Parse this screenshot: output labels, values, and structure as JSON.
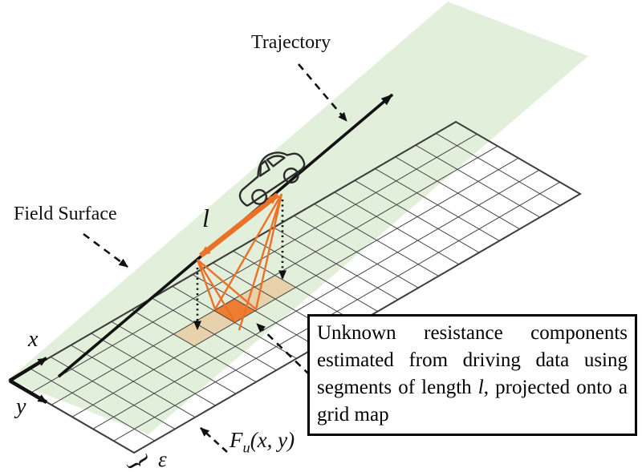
{
  "figure": {
    "labels": {
      "trajectory": "Trajectory",
      "field_surface": "Field Surface",
      "segment_length": "l",
      "axis_x": "x",
      "axis_y": "y",
      "epsilon": "ε",
      "brace": "}",
      "field_fn_f": "F",
      "field_fn_sub": "u",
      "field_fn_args": "(x, y)"
    },
    "annotation": {
      "text_before": "Unknown resistance components estimated from driving data using segments of length ",
      "italic_l": "l",
      "text_after": ", projected onto a grid map"
    },
    "colors": {
      "surface_green": "#E2EFDA",
      "cell_orange": "#ED7D31",
      "cell_tan": "#E8D2AC",
      "arrow_orange": "#EB7128",
      "grid_line": "#3d3d3d",
      "line_black": "#111111"
    }
  }
}
